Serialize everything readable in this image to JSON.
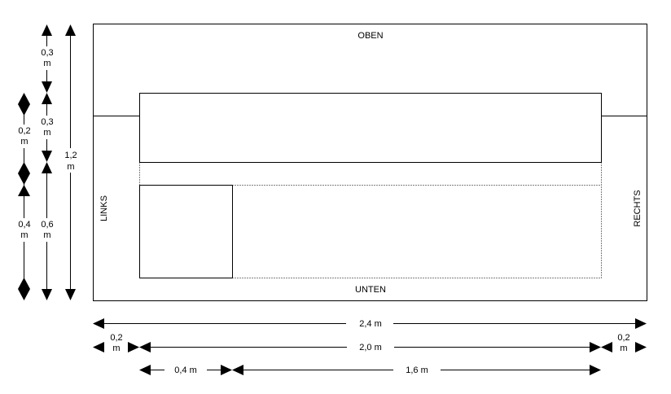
{
  "sides": {
    "top": "OBEN",
    "bottom": "UNTEN",
    "left": "LINKS",
    "right": "RECHTS"
  },
  "vertical_dimensions": {
    "left_column": {
      "top": {
        "value": "0,2",
        "unit": "m"
      },
      "bottom": {
        "value": "0,4",
        "unit": "m"
      }
    },
    "middle_column": {
      "top": {
        "value": "0,3",
        "unit": "m"
      },
      "mid": {
        "value": "0,3",
        "unit": "m"
      },
      "bottom": {
        "value": "0,6",
        "unit": "m"
      }
    },
    "right_column": {
      "total": {
        "value": "1,2",
        "unit": "m"
      }
    }
  },
  "horizontal_dimensions": {
    "total": "2,4 m",
    "left_margin": {
      "value": "0,2",
      "unit": "m"
    },
    "inner": "2,0 m",
    "right_margin": {
      "value": "0,2",
      "unit": "m"
    },
    "small_part": "0,4 m",
    "large_part": "1,6 m"
  }
}
